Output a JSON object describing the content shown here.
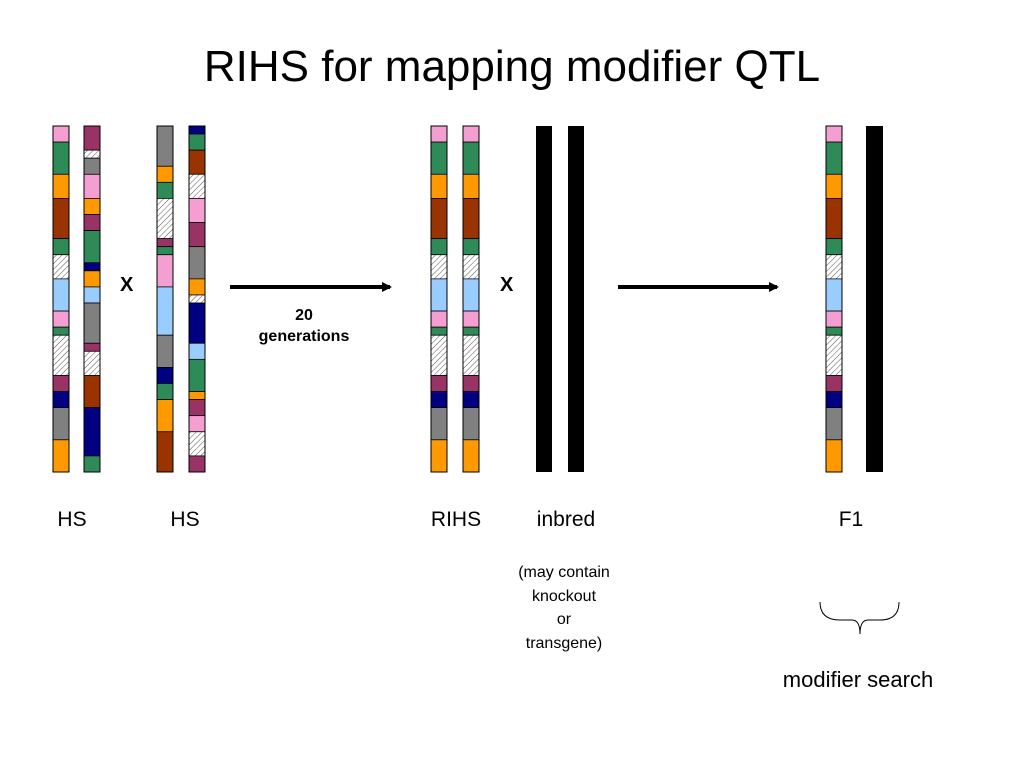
{
  "title": "RIHS for mapping modifier QTL",
  "cross_symbol": "X",
  "arrow_label": [
    "20",
    "generations"
  ],
  "labels": {
    "hs1": "HS",
    "hs2": "HS",
    "rihs": "RIHS",
    "inbred": "inbred",
    "f1": "F1"
  },
  "inbred_note": [
    "(may contain",
    "knockout",
    "or",
    "transgene)"
  ],
  "modifier_label": "modifier search",
  "colors": {
    "pink": "#f59ed2",
    "green": "#2e8b57",
    "orange": "#ff9900",
    "brown": "#993300",
    "lightblue": "#99ccff",
    "hatched": "hatched",
    "purple": "#993366",
    "navy": "#000080",
    "gray": "#808080",
    "black": "#000000"
  },
  "chromosomes": {
    "rihs_pattern": [
      {
        "c": "pink",
        "len": 16
      },
      {
        "c": "green",
        "len": 32
      },
      {
        "c": "orange",
        "len": 24
      },
      {
        "c": "brown",
        "len": 40
      },
      {
        "c": "green",
        "len": 16
      },
      {
        "c": "hatched",
        "len": 24
      },
      {
        "c": "lightblue",
        "len": 32
      },
      {
        "c": "pink",
        "len": 16
      },
      {
        "c": "green",
        "len": 8
      },
      {
        "c": "hatched",
        "len": 40
      },
      {
        "c": "purple",
        "len": 16
      },
      {
        "c": "navy",
        "len": 16
      },
      {
        "c": "gray",
        "len": 32
      },
      {
        "c": "orange",
        "len": 32
      }
    ],
    "hs1_right": [
      {
        "c": "purple",
        "len": 24
      },
      {
        "c": "hatched",
        "len": 8
      },
      {
        "c": "gray",
        "len": 16
      },
      {
        "c": "pink",
        "len": 24
      },
      {
        "c": "orange",
        "len": 16
      },
      {
        "c": "purple",
        "len": 16
      },
      {
        "c": "green",
        "len": 32
      },
      {
        "c": "navy",
        "len": 8
      },
      {
        "c": "orange",
        "len": 16
      },
      {
        "c": "lightblue",
        "len": 16
      },
      {
        "c": "gray",
        "len": 40
      },
      {
        "c": "purple",
        "len": 8
      },
      {
        "c": "hatched",
        "len": 24
      },
      {
        "c": "brown",
        "len": 32
      },
      {
        "c": "navy",
        "len": 48
      },
      {
        "c": "green",
        "len": 16
      }
    ],
    "hs2_left": [
      {
        "c": "gray",
        "len": 40
      },
      {
        "c": "orange",
        "len": 16
      },
      {
        "c": "green",
        "len": 16
      },
      {
        "c": "hatched",
        "len": 40
      },
      {
        "c": "purple",
        "len": 8
      },
      {
        "c": "green",
        "len": 8
      },
      {
        "c": "pink",
        "len": 32
      },
      {
        "c": "lightblue",
        "len": 48
      },
      {
        "c": "gray",
        "len": 32
      },
      {
        "c": "navy",
        "len": 16
      },
      {
        "c": "green",
        "len": 16
      },
      {
        "c": "orange",
        "len": 32
      },
      {
        "c": "brown",
        "len": 40
      }
    ],
    "hs2_right": [
      {
        "c": "navy",
        "len": 8
      },
      {
        "c": "green",
        "len": 16
      },
      {
        "c": "brown",
        "len": 24
      },
      {
        "c": "hatched",
        "len": 24
      },
      {
        "c": "pink",
        "len": 24
      },
      {
        "c": "purple",
        "len": 24
      },
      {
        "c": "gray",
        "len": 32
      },
      {
        "c": "orange",
        "len": 16
      },
      {
        "c": "hatched",
        "len": 8
      },
      {
        "c": "navy",
        "len": 40
      },
      {
        "c": "lightblue",
        "len": 16
      },
      {
        "c": "green",
        "len": 32
      },
      {
        "c": "orange",
        "len": 8
      },
      {
        "c": "purple",
        "len": 16
      },
      {
        "c": "pink",
        "len": 16
      },
      {
        "c": "hatched",
        "len": 24
      },
      {
        "c": "purple",
        "len": 16
      }
    ]
  }
}
